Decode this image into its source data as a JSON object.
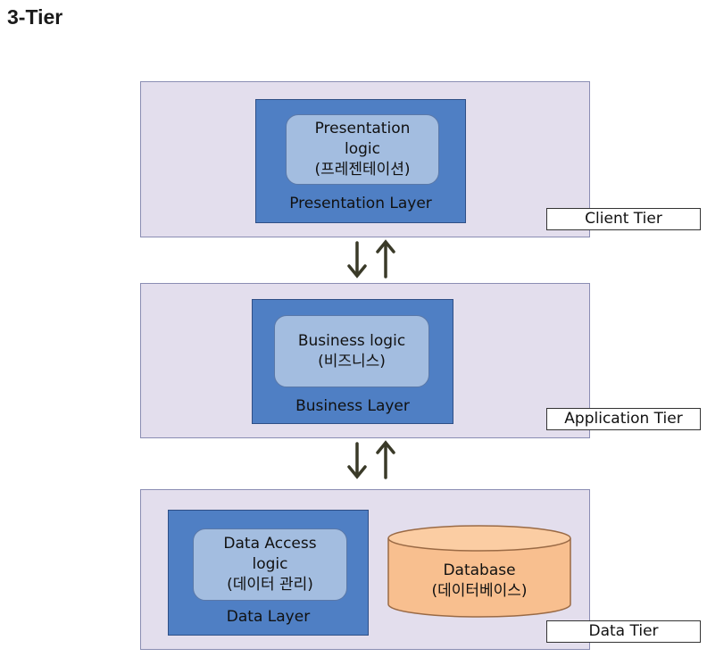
{
  "page": {
    "title": "3-Tier"
  },
  "tiers": {
    "client": {
      "label": "Client  Tier",
      "layer": "Presentation Layer",
      "logic": [
        "Presentation",
        "logic",
        "(프레젠테이션)"
      ]
    },
    "application": {
      "label": "Application Tier",
      "layer": "Business Layer",
      "logic": [
        "Business logic",
        "(비즈니스)"
      ]
    },
    "data": {
      "label": "Data  Tier",
      "layer": "Data Layer",
      "logic": [
        "Data Access",
        "logic",
        "(데이터 관리)"
      ],
      "database": [
        "Database",
        "(데이터베이스)"
      ]
    }
  },
  "colors": {
    "tier_bg": "#e3deed",
    "layer_bg": "#4f7fc4",
    "logic_bg": "#a3bde0",
    "database_fill": "#f8bf8f",
    "arrow": "#3a3a28"
  },
  "icons": {
    "arrows": [
      "arrow-down-icon",
      "arrow-up-icon"
    ],
    "database": "database-cylinder-icon"
  }
}
